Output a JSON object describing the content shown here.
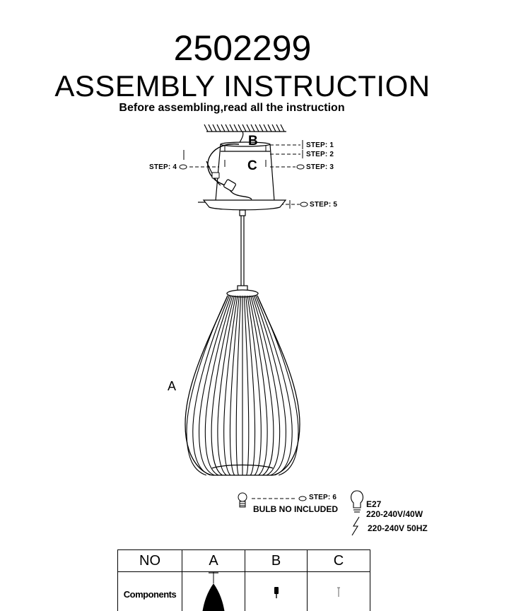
{
  "header": {
    "doc_number": "2502299",
    "title": "ASSEMBLY  INSTRUCTION",
    "subtitle": "Before assembling,read all the instruction"
  },
  "diagram": {
    "part_labels": {
      "a": "A",
      "b": "B",
      "c": "C"
    },
    "steps": {
      "s1": "STEP: 1",
      "s2": "STEP: 2",
      "s3": "STEP: 3",
      "s4": "STEP: 4",
      "s5": "STEP: 5",
      "s6": "STEP: 6"
    },
    "bulb_note": "BULB NO INCLUDED",
    "bulb_socket": "E27",
    "bulb_rating": "220-240V/40W",
    "power_rating": "220-240V 50HZ"
  },
  "table": {
    "headers": [
      "NO",
      "A",
      "B",
      "C"
    ],
    "row_label": "Components"
  }
}
